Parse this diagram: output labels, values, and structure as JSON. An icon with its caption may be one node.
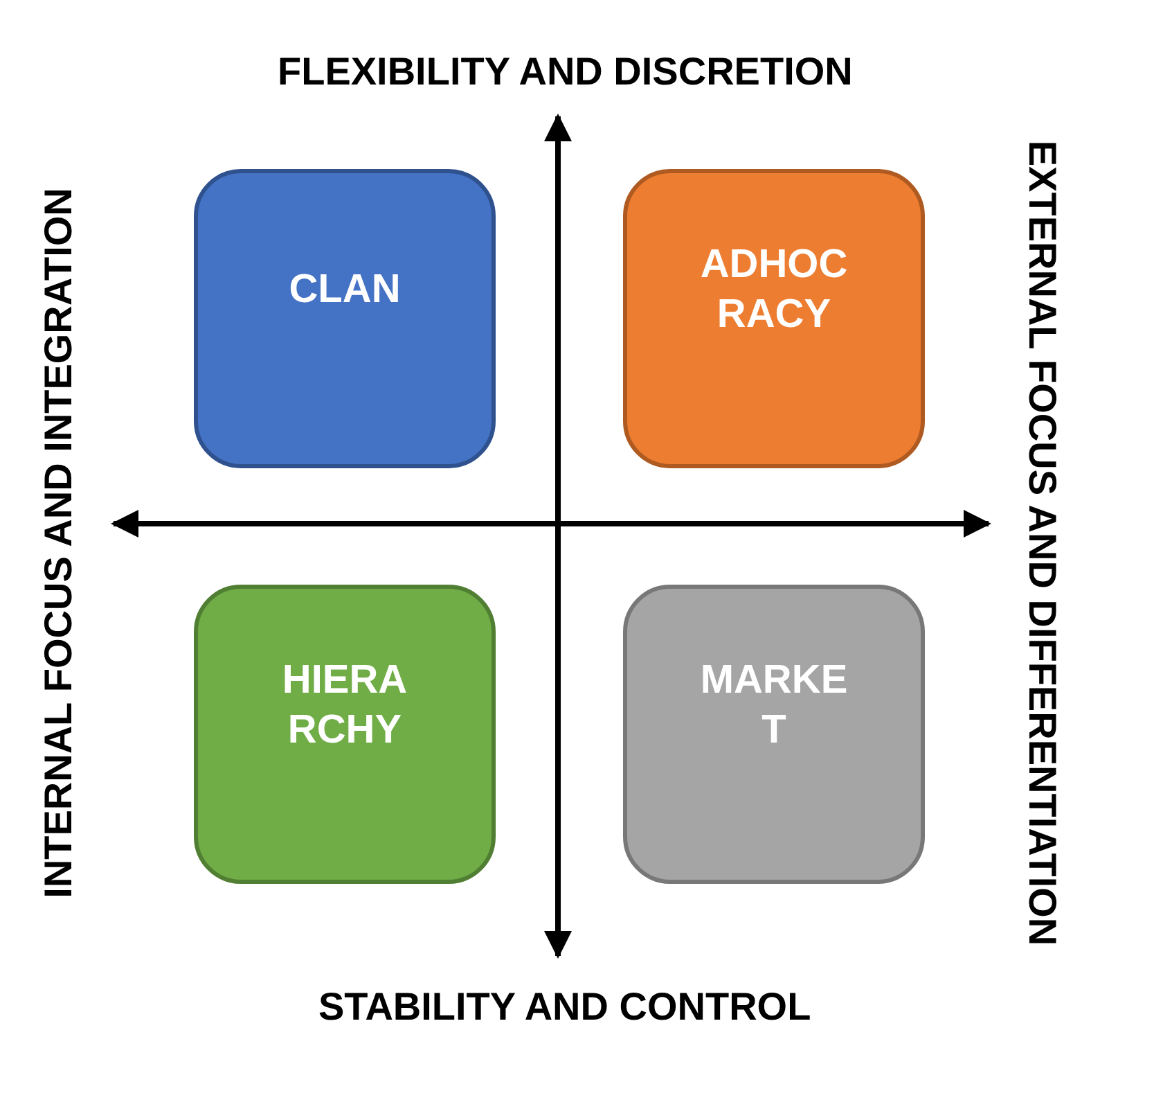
{
  "diagram": {
    "nodes": [
      {
        "text": [
          "CLAN"
        ]
      },
      {
        "text": [
          "ADHOC RACY"
        ]
      },
      {
        "text": [
          "HIERA RCHY"
        ]
      },
      {
        "text": [
          "MARKE T"
        ]
      }
    ],
    "labels": [
      "FLEXIBILITY AND DISCRETION",
      "INTERNAL FOCUS AND INTEGRATION",
      "EXTERNAL FOCUS AND DIFFERENTIATION",
      "STABILITY AND CONTROL"
    ]
  }
}
